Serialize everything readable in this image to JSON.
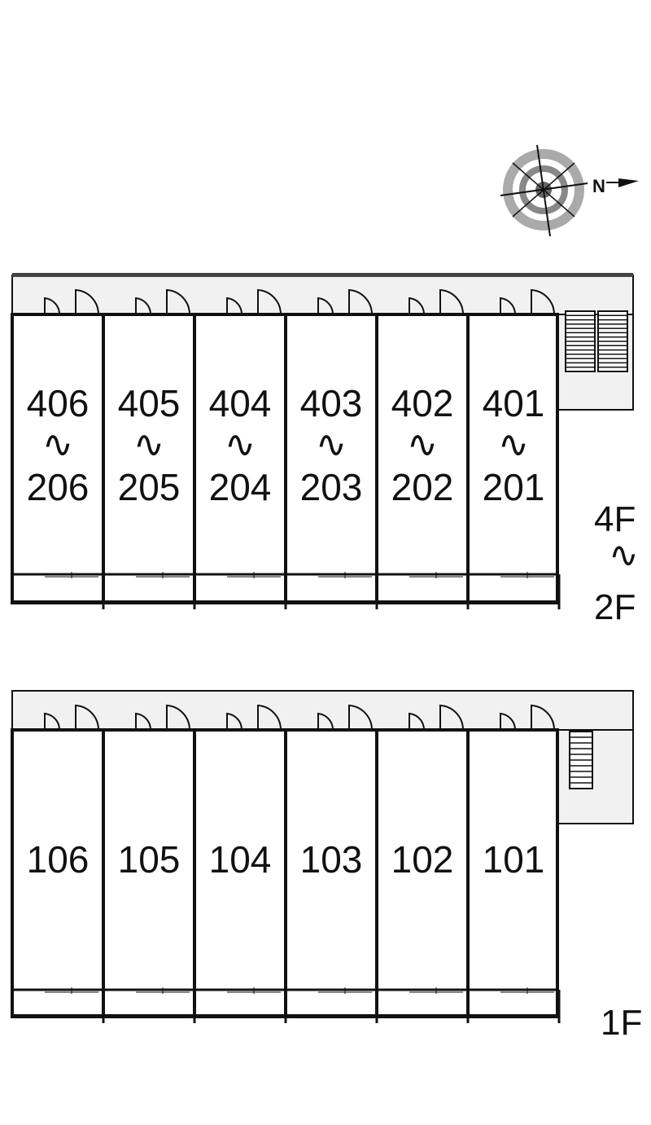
{
  "compass": {
    "label": "N"
  },
  "upper": {
    "floor_label_top": "4F",
    "floor_label_sep": "∿",
    "floor_label_bottom": "2F",
    "units": [
      {
        "top": "406",
        "sep": "∿",
        "bottom": "206"
      },
      {
        "top": "405",
        "sep": "∿",
        "bottom": "205"
      },
      {
        "top": "404",
        "sep": "∿",
        "bottom": "204"
      },
      {
        "top": "403",
        "sep": "∿",
        "bottom": "203"
      },
      {
        "top": "402",
        "sep": "∿",
        "bottom": "202"
      },
      {
        "top": "401",
        "sep": "∿",
        "bottom": "201"
      }
    ]
  },
  "lower": {
    "floor_label": "1F",
    "units": [
      "106",
      "105",
      "104",
      "103",
      "102",
      "101"
    ]
  }
}
